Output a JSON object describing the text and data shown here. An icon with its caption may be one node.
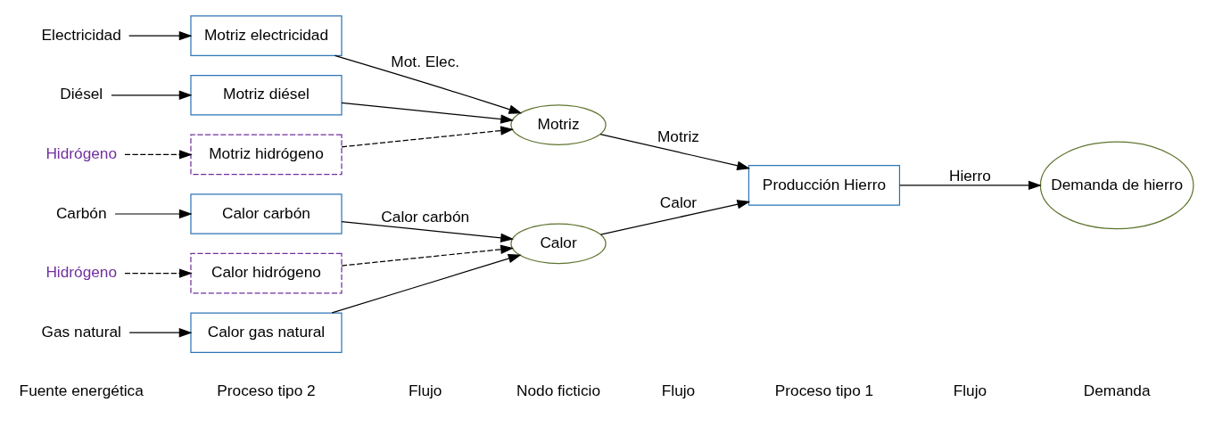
{
  "diagram": {
    "nodes": [
      {
        "text": [
          "Carbón"
        ]
      },
      {
        "text": [
          "Gas natural"
        ]
      },
      {
        "text": [
          "Hidrógeno"
        ]
      },
      {
        "text": [
          "Electricidad"
        ]
      },
      {
        "text": [
          "Diésel"
        ]
      },
      {
        "text": [
          "Hidrógeno"
        ]
      },
      {
        "text": [
          "Calor carbón"
        ]
      },
      {
        "text": [
          "Calor gas natural"
        ]
      },
      {
        "text": [
          "Calor hidrógeno"
        ]
      },
      {
        "text": [
          "Motriz electricidad"
        ]
      },
      {
        "text": [
          "Motriz diésel"
        ]
      },
      {
        "text": [
          "Motriz hidrógeno"
        ]
      },
      {
        "text": [
          "Calor"
        ]
      },
      {
        "text": [
          "Motriz"
        ]
      },
      {
        "text": [
          "Producción Hierro"
        ]
      },
      {
        "text": [
          "Demanda de hierro"
        ]
      }
    ],
    "edges": [
      {
        "from": 0,
        "to": 6,
        "arrow": "to"
      },
      {
        "from": 1,
        "to": 7,
        "arrow": "to"
      },
      {
        "from": 2,
        "to": 8,
        "arrow": "to",
        "style": "dashed"
      },
      {
        "from": 3,
        "to": 9,
        "arrow": "to"
      },
      {
        "from": 4,
        "to": 10,
        "arrow": "to"
      },
      {
        "from": 5,
        "to": 11,
        "arrow": "to",
        "style": "dashed"
      },
      {
        "from": 6,
        "to": 12,
        "arrow": "to",
        "label": "Calor carbón"
      },
      {
        "from": 7,
        "to": 12,
        "arrow": "to"
      },
      {
        "from": 8,
        "to": 12,
        "arrow": "to",
        "style": "dashed"
      },
      {
        "from": 9,
        "to": 13,
        "arrow": "to",
        "label": "Mot. Elec."
      },
      {
        "from": 10,
        "to": 13,
        "arrow": "to"
      },
      {
        "from": 11,
        "to": 13,
        "arrow": "to",
        "style": "dashed"
      },
      {
        "from": 12,
        "to": 14,
        "arrow": "to",
        "label": "Calor"
      },
      {
        "from": 13,
        "to": 14,
        "arrow": "to",
        "label": "Motriz"
      },
      {
        "from": 14,
        "to": 15,
        "arrow": "to",
        "label": "Hierro"
      }
    ],
    "labels": [
      "Fuente energética",
      "Proceso tipo 2",
      "Flujo",
      "Nodo ficticio",
      "Flujo",
      "Proceso tipo 1",
      "Flujo",
      "Demanda"
    ]
  }
}
